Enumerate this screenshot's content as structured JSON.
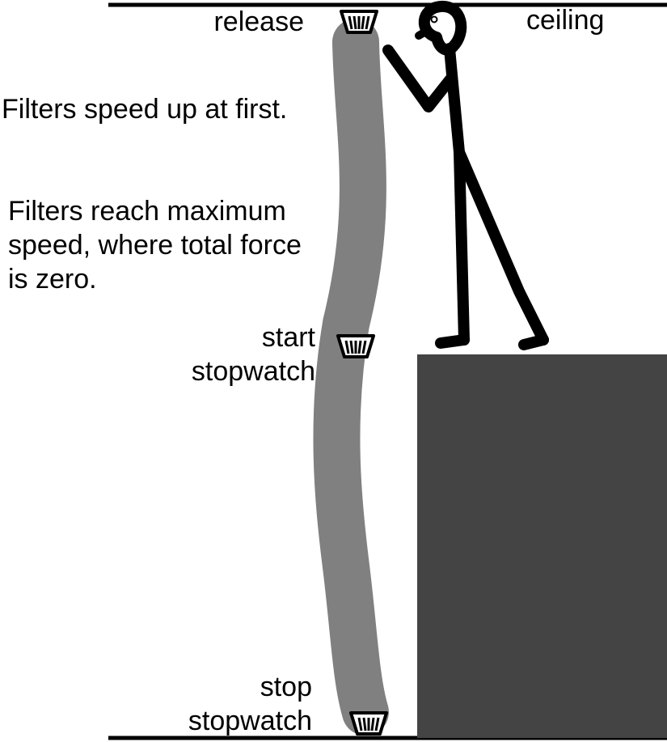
{
  "labels": {
    "release": "release",
    "ceiling": "ceiling",
    "speed_up_note": "Filters speed up at first.",
    "max_speed_note": "Filters reach maximum\nspeed, where total force\nis zero.",
    "start_stopwatch": "start\nstopwatch",
    "stop_stopwatch": "stop\nstopwatch"
  },
  "colors": {
    "path": "#808080",
    "block": "#444444",
    "ink": "#000000",
    "background": "#ffffff"
  },
  "icons": {
    "filter": "coffee-filter-icon",
    "person": "stick-figure-icon"
  }
}
